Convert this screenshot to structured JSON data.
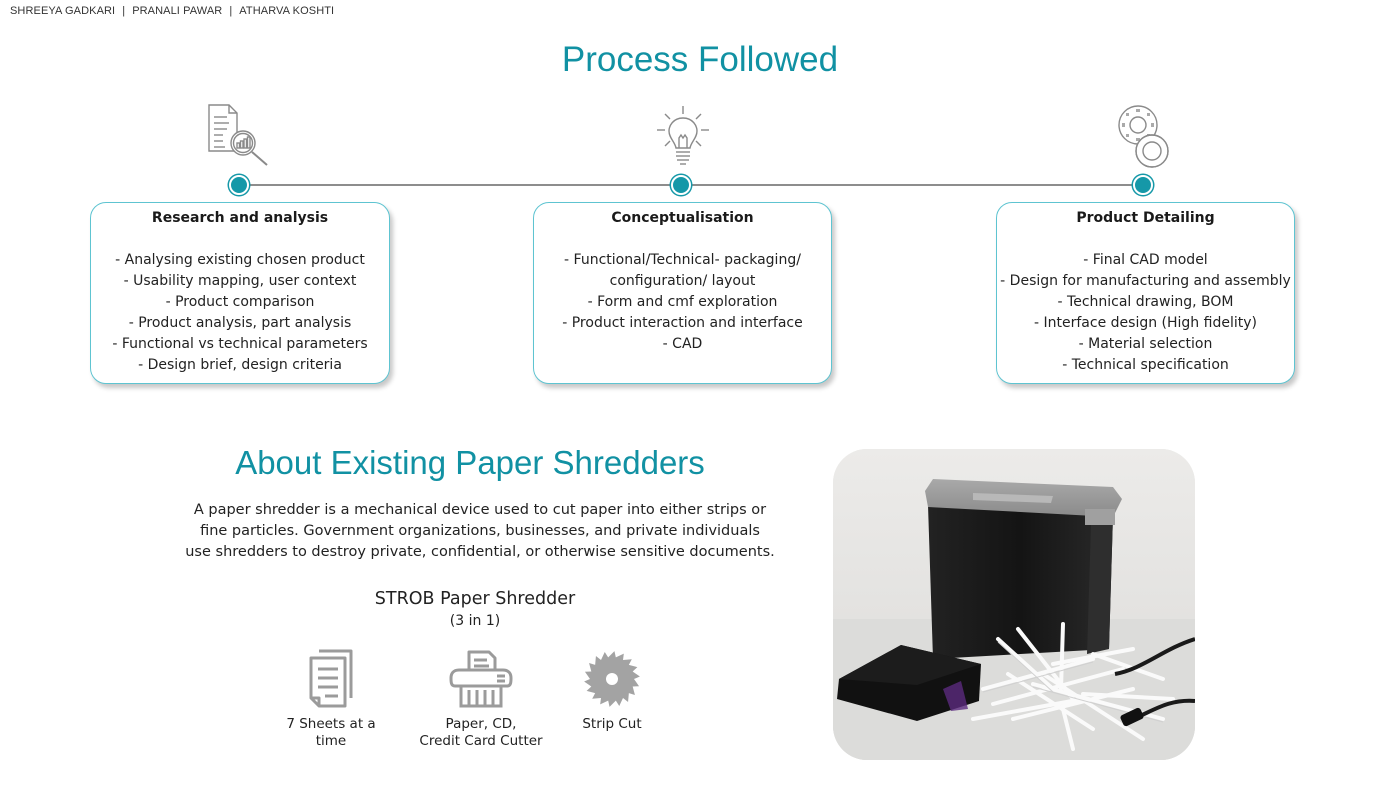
{
  "header": {
    "authors": [
      "SHREEYA GADKARI",
      "PRANALI PAWAR",
      "ATHARVA KOSHTI"
    ],
    "separator": "|"
  },
  "process": {
    "title": "Process Followed",
    "steps": [
      {
        "icon": "document-analysis-icon",
        "title": "Research and analysis",
        "items": [
          "- Analysing existing chosen product",
          "- Usability mapping, user context",
          "- Product comparison",
          "- Product analysis, part analysis",
          "- Functional vs technical parameters",
          "- Design brief, design criteria"
        ]
      },
      {
        "icon": "lightbulb-icon",
        "title": "Conceptualisation",
        "items": [
          "- Functional/Technical- packaging/",
          "configuration/ layout",
          "- Form and cmf exploration",
          "- Product interaction and interface",
          "- CAD"
        ]
      },
      {
        "icon": "bearing-icon",
        "title": "Product Detailing",
        "items": [
          "- Final CAD model",
          "- Design for manufacturing and assembly",
          "- Technical drawing, BOM",
          "- Interface design (High fidelity)",
          "- Material selection",
          "- Technical specification"
        ]
      }
    ]
  },
  "about": {
    "title": "About Existing Paper Shredders",
    "description_lines": [
      "A paper shredder is a mechanical device used to cut paper into either strips or",
      "fine particles. Government organizations, businesses, and private individuals",
      "use shredders to destroy private, confidential, or otherwise sensitive documents."
    ],
    "product_name": "STROB Paper Shredder",
    "product_sub": "(3 in 1)",
    "features": [
      {
        "icon": "sheets-icon",
        "lines": [
          "7 Sheets at a",
          "time"
        ]
      },
      {
        "icon": "shredder-icon",
        "lines": [
          "Paper, CD,",
          "Credit Card Cutter"
        ]
      },
      {
        "icon": "saw-blade-icon",
        "lines": [
          "Strip Cut"
        ]
      }
    ],
    "photo_alt": "Black paper shredder with shredded paper strips and a CD case"
  },
  "colors": {
    "accent": "#1191a3",
    "dot": "#1598a8",
    "card_border": "#5ec4d1",
    "icon_gray": "#9b9b9b"
  }
}
